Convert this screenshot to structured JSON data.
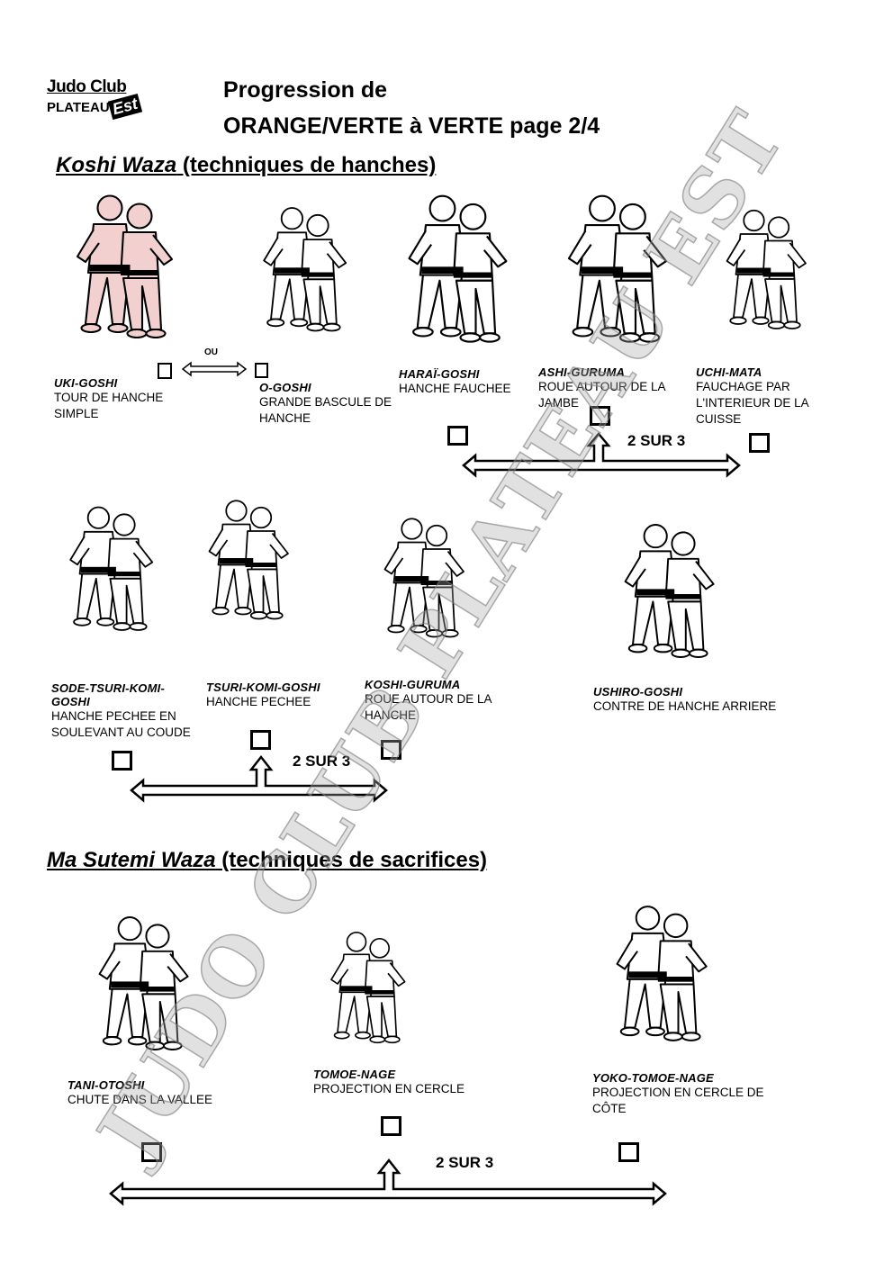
{
  "logo": {
    "line1": "Judo Club",
    "line2": "PLATEAU",
    "badge": "Est"
  },
  "watermark": "JUDO CLUB PLATEAU EST",
  "title": {
    "line1": "Progression de",
    "line2": "ORANGE/VERTE à VERTE page 2/4"
  },
  "sections": [
    {
      "heading_main": "Koshi Waza",
      "heading_sub": " (techniques de hanches)"
    },
    {
      "heading_main": "Ma Sutemi Waza",
      "heading_sub": " (techniques de sacrifices)"
    }
  ],
  "or_label": "OU",
  "group_label": "2 SUR 3",
  "techniques": [
    {
      "name": "UKI-GOSHI",
      "desc": "TOUR DE HANCHE SIMPLE"
    },
    {
      "name": "O-GOSHI",
      "desc": "GRANDE BASCULE DE HANCHE"
    },
    {
      "name": "HARAÏ-GOSHI",
      "desc": "HANCHE FAUCHEE"
    },
    {
      "name": "ASHI-GURUMA",
      "desc": "ROUE AUTOUR DE LA JAMBE"
    },
    {
      "name": "UCHI-MATA",
      "desc": "FAUCHAGE PAR L'INTERIEUR DE LA CUISSE"
    },
    {
      "name": "SODE-TSURI-KOMI-GOSHI",
      "desc": "HANCHE PECHEE EN SOULEVANT AU COUDE"
    },
    {
      "name": "TSURI-KOMI-GOSHI",
      "desc": "HANCHE PECHEE"
    },
    {
      "name": "KOSHI-GURUMA",
      "desc": "ROUE AUTOUR DE LA HANCHE"
    },
    {
      "name": "USHIRO-GOSHI",
      "desc": "CONTRE DE HANCHE ARRIERE"
    },
    {
      "name": "TANI-OTOSHI",
      "desc": "CHUTE DANS LA VALLEE"
    },
    {
      "name": "TOMOE-NAGE",
      "desc": "PROJECTION EN CERCLE"
    },
    {
      "name": "YOKO-TOMOE-NAGE",
      "desc": "PROJECTION EN CERCLE DE CÔTE"
    }
  ]
}
